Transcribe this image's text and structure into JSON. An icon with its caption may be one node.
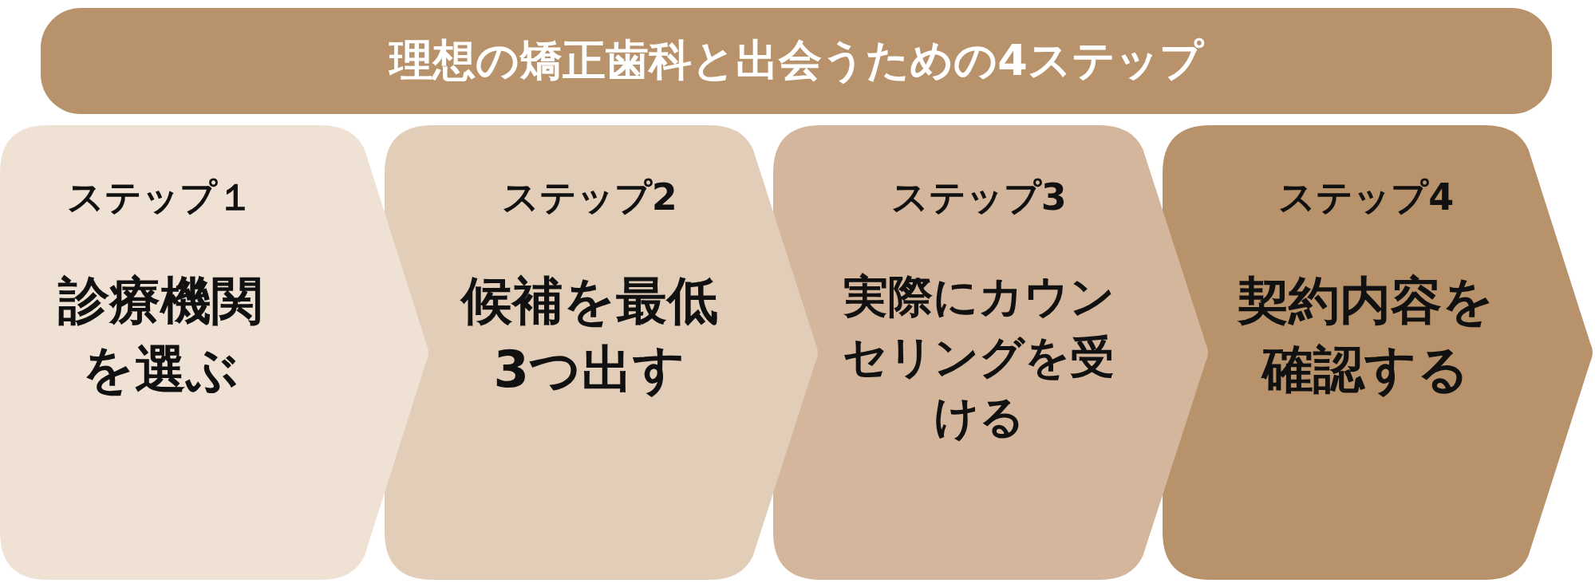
{
  "diagram": {
    "nodes": [
      {
        "text": [
          "理想の矯正歯科と出会うための4ステップ"
        ]
      },
      {
        "text": [
          "ステップ１",
          "診療機関を選ぶ"
        ]
      },
      {
        "text": [
          "ステップ2",
          "候補を最低3つ出す"
        ]
      },
      {
        "text": [
          "ステップ3",
          "実際にカウンセリングを受ける"
        ]
      },
      {
        "text": [
          "ステップ4",
          "契約内容を確認する"
        ]
      }
    ],
    "edges": []
  }
}
